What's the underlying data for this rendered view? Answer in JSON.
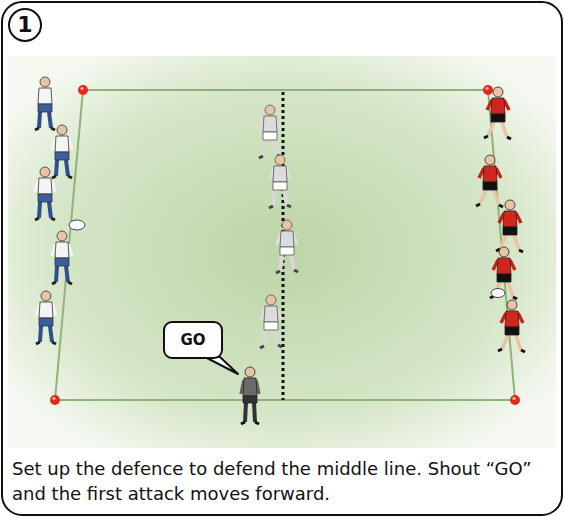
{
  "diagram": {
    "caption": "Set up the defence to defend the middle line. Shout “GO” and the first attack moves forward.",
    "nodes": [
      {
        "text": [
          "1"
        ]
      },
      {
        "text": [
          "GO"
        ]
      }
    ]
  }
}
